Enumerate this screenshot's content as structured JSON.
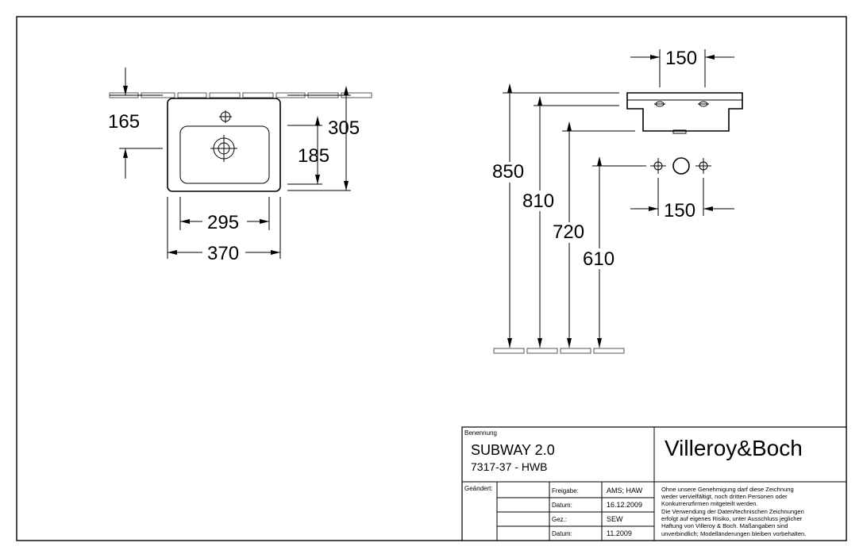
{
  "top_view": {
    "dim_165": "165",
    "dim_305": "305",
    "dim_185": "185",
    "dim_295": "295",
    "dim_370": "370"
  },
  "side_view": {
    "dim_150_top": "150",
    "dim_150_bottom": "150",
    "dim_850": "850",
    "dim_810": "810",
    "dim_720": "720",
    "dim_610": "610"
  },
  "title_block": {
    "benennung_label": "Benennung",
    "product_name": "SUBWAY 2.0",
    "article_number": "7317-37 - HWB",
    "brand": "Villeroy&Boch",
    "geaendert_label": "Geändert:",
    "rows": [
      {
        "label": "Freigabe:",
        "value": "AMS; HAW"
      },
      {
        "label": "Datum:",
        "value": "16.12.2009"
      },
      {
        "label": "Gez.:",
        "value": "SEW"
      },
      {
        "label": "Datum:",
        "value": "11.2009"
      }
    ],
    "notice_lines": [
      "Ohne unsere Genehmigung darf diese Zeichnung",
      "weder vervielfältigt, noch dritten Personen oder",
      "Konkurrenzfirmen mitgeteilt werden.",
      "Die Verwendung der Daten/technischen Zeichnungen",
      "erfolgt auf eigenes Risiko, unter Ausschluss jeglicher",
      "Haftung von Villeroy & Boch. Maßangaben sind",
      "unverbindlich; Modelländerungen bleiben vorbehalten."
    ]
  }
}
